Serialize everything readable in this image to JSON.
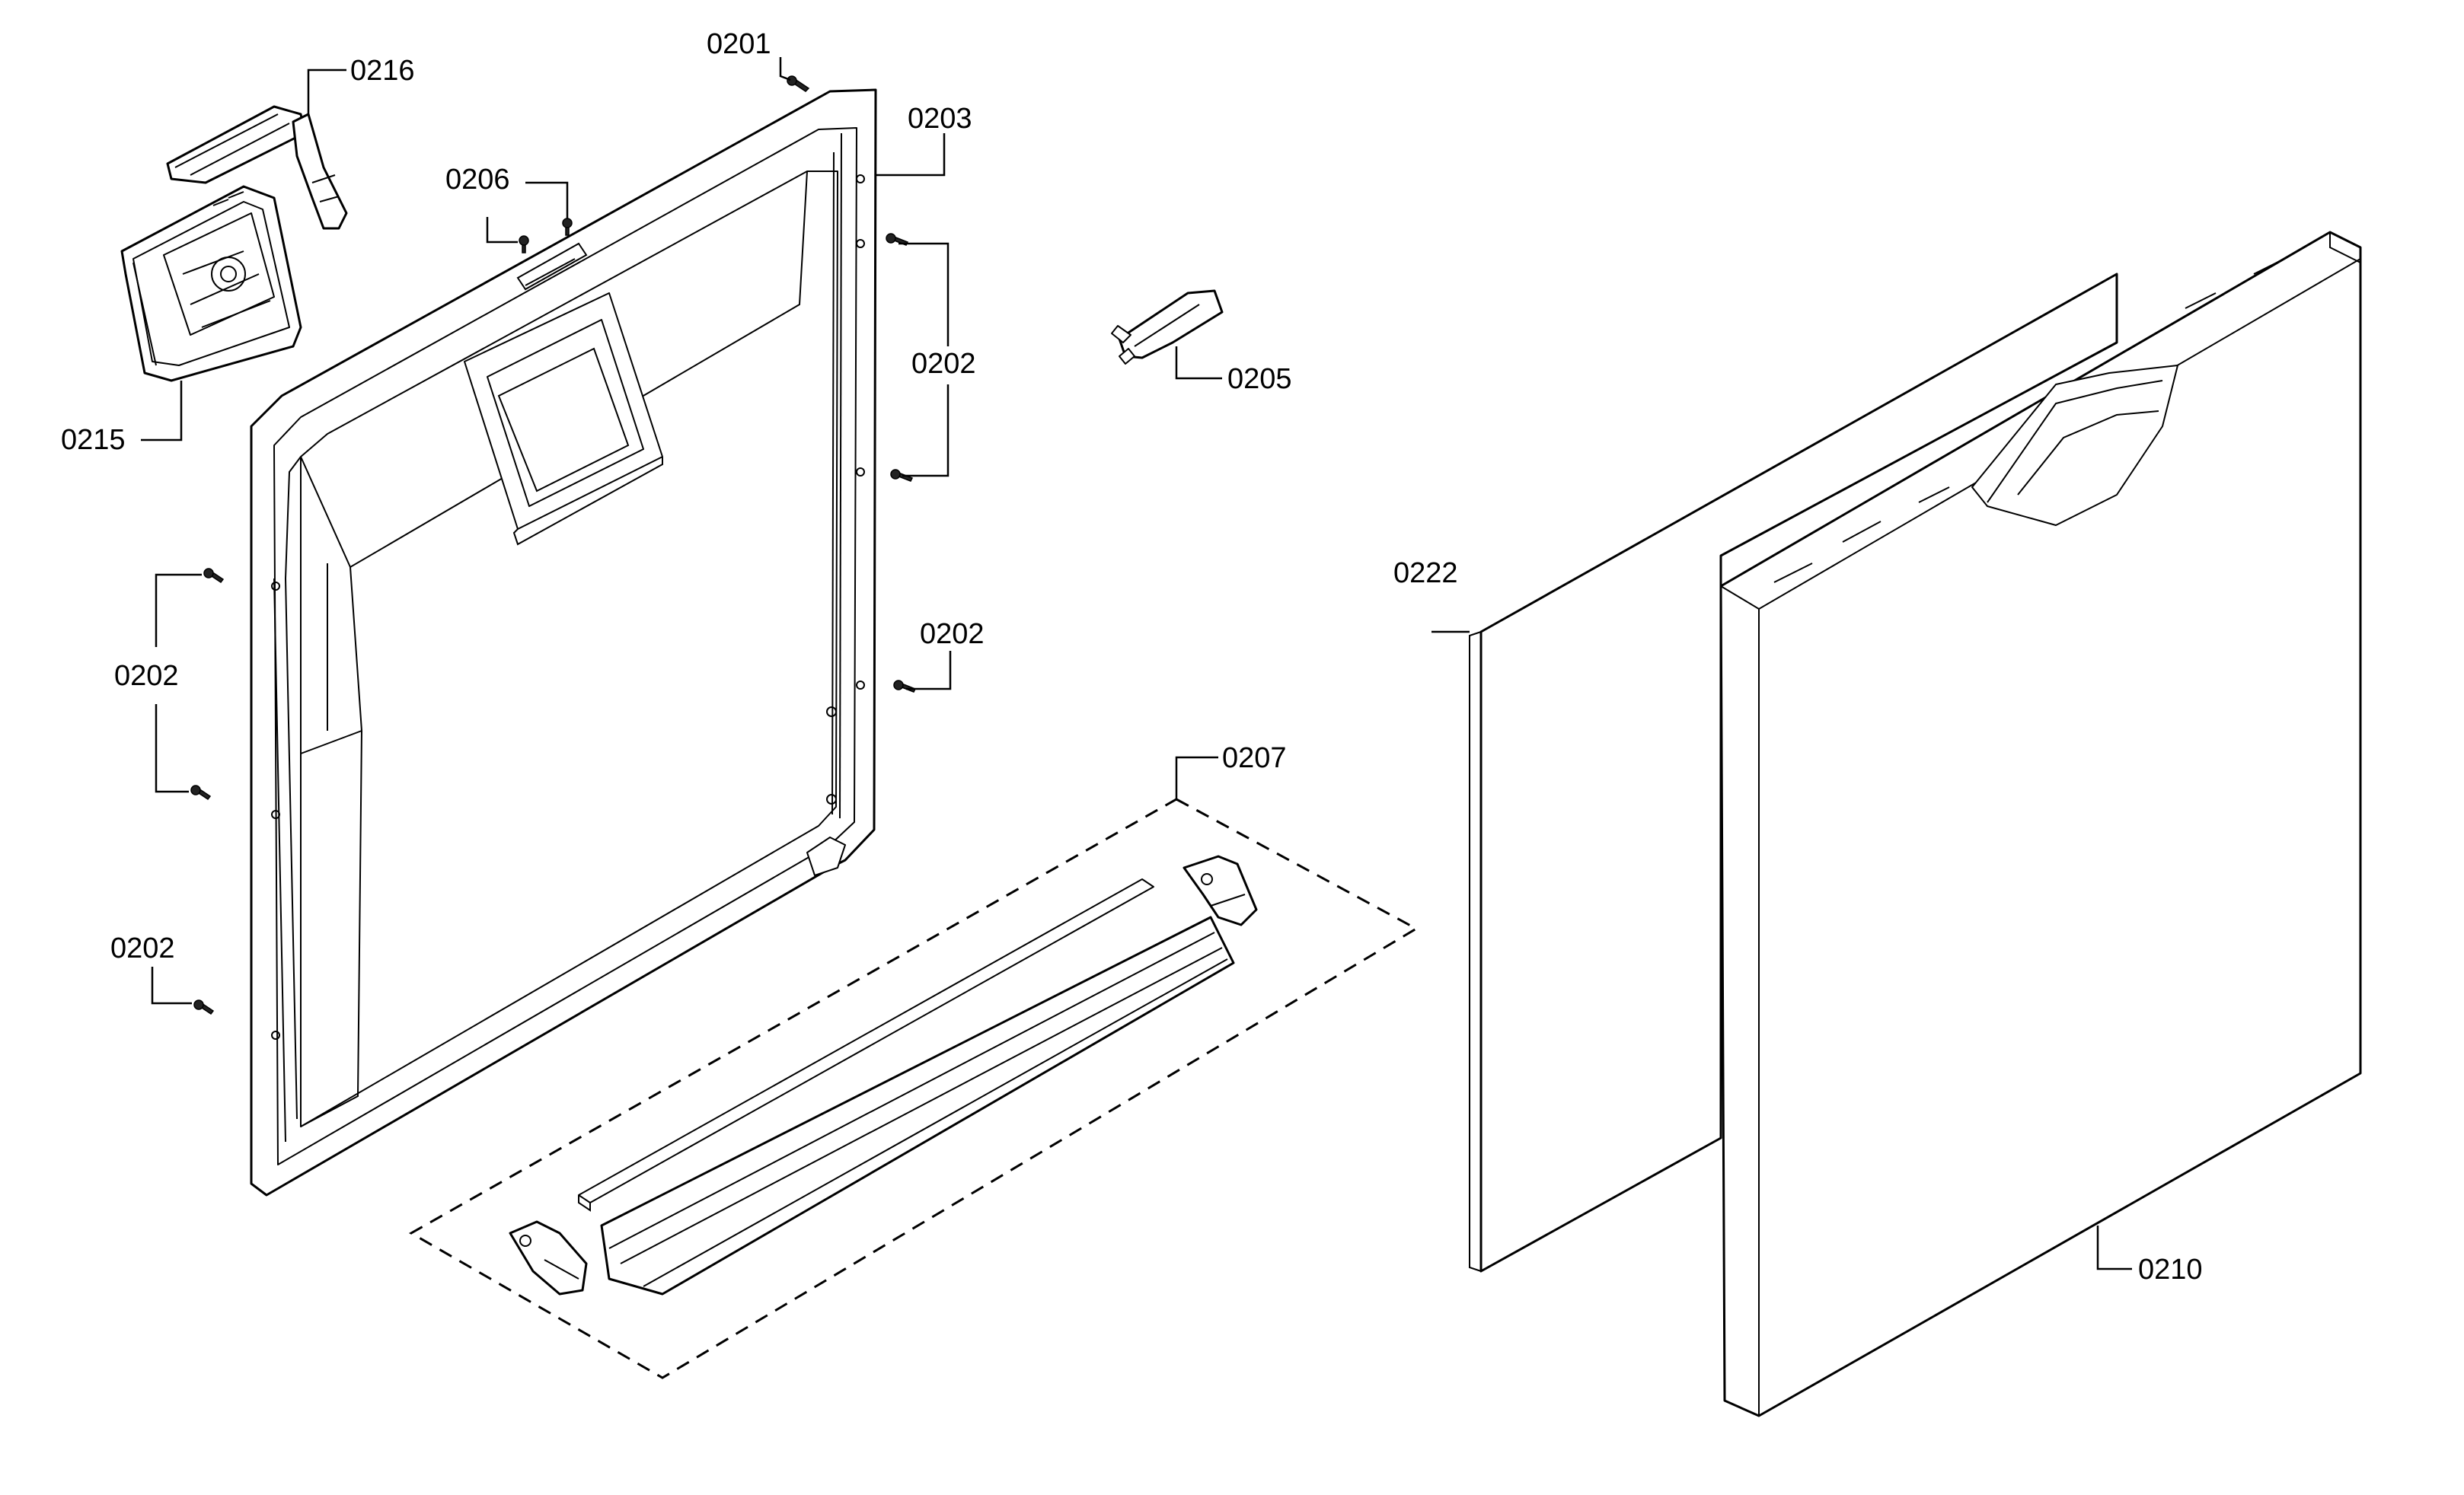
{
  "diagram": {
    "labels": {
      "p0201": "0201",
      "p0202_a": "0202",
      "p0202_b": "0202",
      "p0202_c": "0202",
      "p0202_d": "0202",
      "p0203": "0203",
      "p0205": "0205",
      "p0206": "0206",
      "p0207": "0207",
      "p0210": "0210",
      "p0215": "0215",
      "p0216": "0216",
      "p0222": "0222"
    }
  }
}
